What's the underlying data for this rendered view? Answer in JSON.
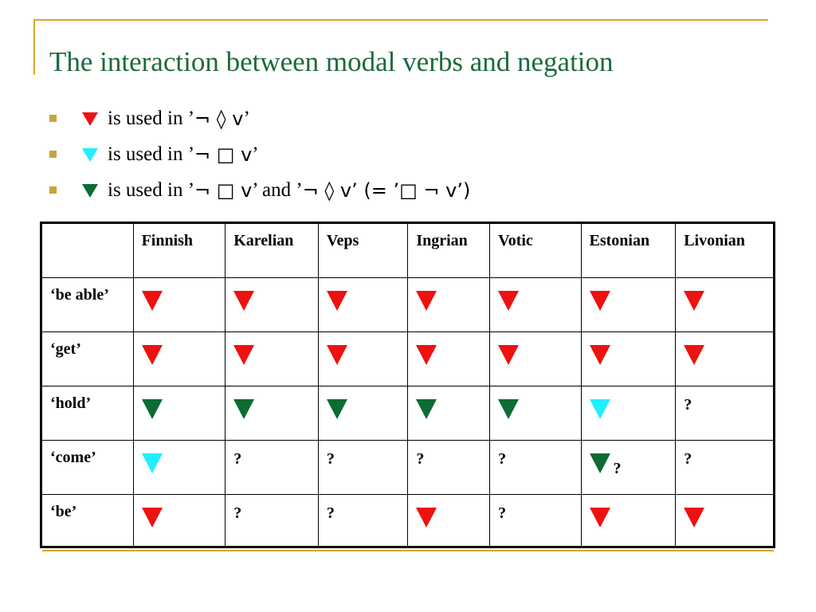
{
  "title": "The interaction between modal verbs and negation",
  "legend": [
    {
      "color": "#ee1111",
      "text_before": " is used in ’",
      "formula_1": "¬ ◊ v",
      "text_after": "’",
      "extra": ""
    },
    {
      "color": "#22eeff",
      "text_before": " is used in ’",
      "formula_1": "¬ □ v",
      "text_after": "’",
      "extra": ""
    },
    {
      "color": "#0d6b34",
      "text_before": " is used in ’",
      "formula_1": "¬ □ v",
      "text_after": "’ and ’",
      "extra": "¬ ◊ v’ (= ’□ ¬ v’)"
    }
  ],
  "colors": {
    "red": "#ee1111",
    "cyan": "#22eeff",
    "green": "#0d6b34",
    "title": "#1b6a3e",
    "accent": "#d4a72c"
  },
  "table": {
    "columns": [
      "Finnish",
      "Karelian",
      "Veps",
      "Ingrian",
      "Votic",
      "Estonian",
      "Livonian"
    ],
    "rows": [
      {
        "label": "‘be able’",
        "cells": [
          "red",
          "red",
          "red",
          "red",
          "red",
          "red",
          "red"
        ]
      },
      {
        "label": "‘get’",
        "cells": [
          "red",
          "red",
          "red",
          "red",
          "red",
          "red",
          "red"
        ]
      },
      {
        "label": "‘hold’",
        "cells": [
          "green",
          "green",
          "green",
          "green",
          "green",
          "cyan",
          "?"
        ]
      },
      {
        "label": "‘come’",
        "cells": [
          "cyan",
          "?",
          "?",
          "?",
          "?",
          "green ?",
          "?"
        ]
      },
      {
        "label": "‘be’",
        "cells": [
          "red",
          "?",
          "?",
          "red",
          "?",
          "red",
          "red"
        ]
      }
    ]
  }
}
